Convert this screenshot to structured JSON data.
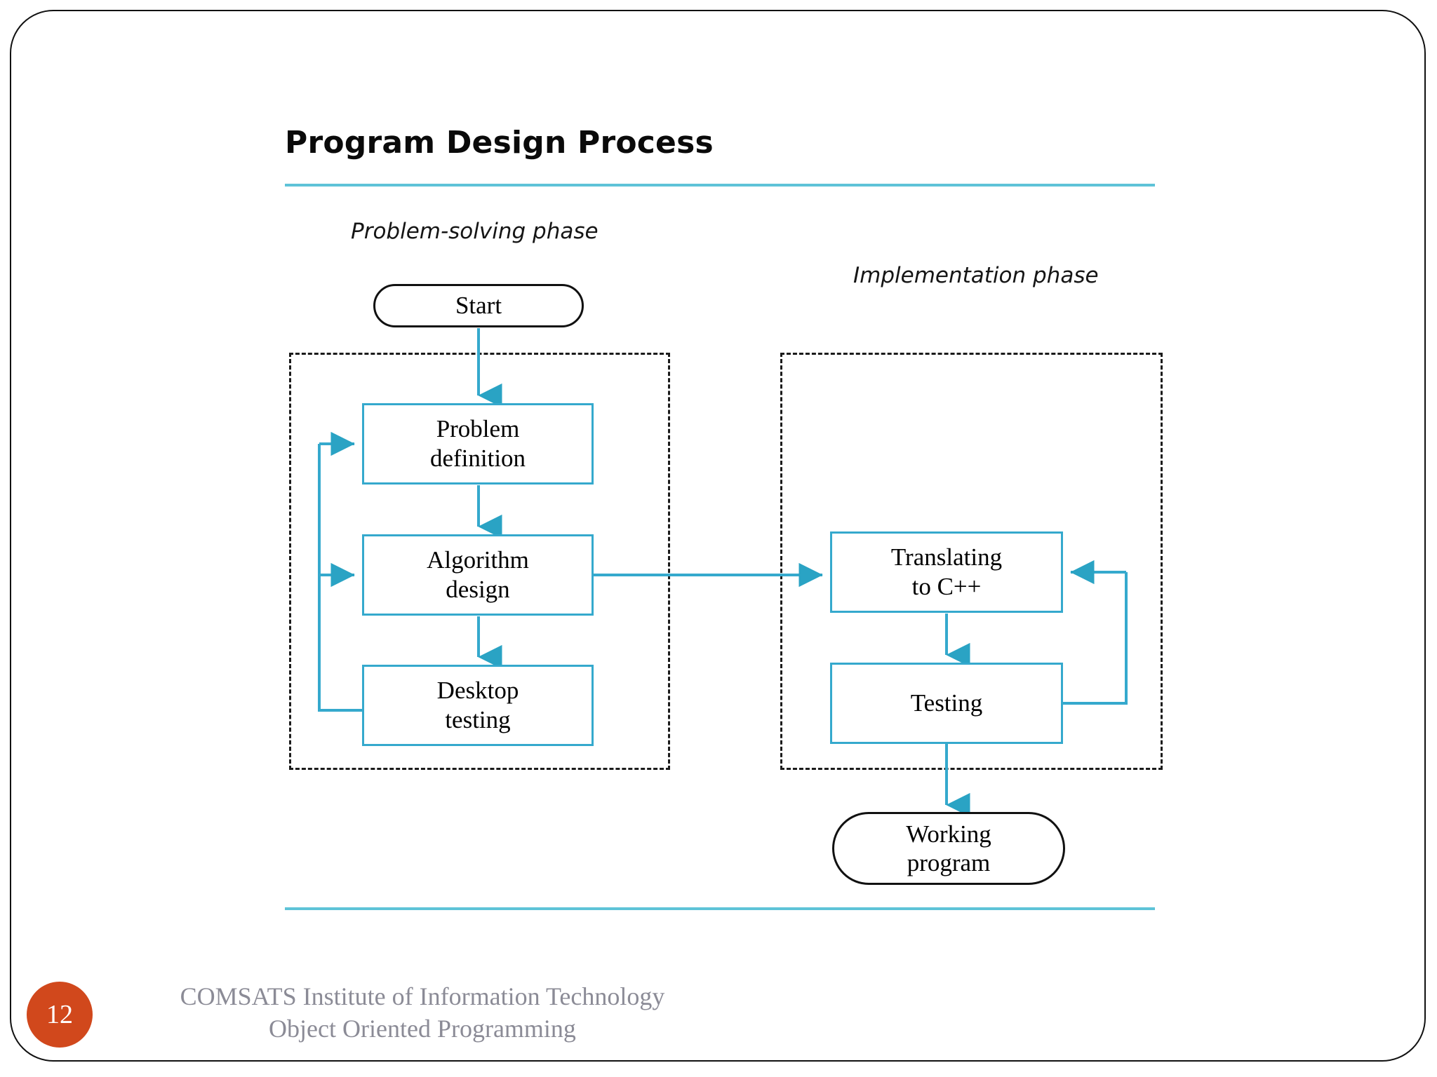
{
  "slide": {
    "title": "Program Design Process",
    "page_number": "12",
    "accent_color": "#5ec3d8",
    "flow_color": "#35a9cd",
    "badge_color": "#d1481c",
    "terminal_border_color": "#111111"
  },
  "phases": {
    "left_label": "Problem-solving phase",
    "right_label": "Implementation phase"
  },
  "nodes": {
    "start": "Start",
    "problem_definition_line1": "Problem",
    "problem_definition_line2": "definition",
    "algorithm_design_line1": "Algorithm",
    "algorithm_design_line2": "design",
    "desktop_testing_line1": "Desktop",
    "desktop_testing_line2": "testing",
    "translating_line1": "Translating",
    "translating_line2": "to C++",
    "testing": "Testing",
    "working_program_line1": "Working",
    "working_program_line2": "program"
  },
  "footer": {
    "line1": "COMSATS Institute of Information Technology",
    "line2": "Object Oriented Programming"
  }
}
